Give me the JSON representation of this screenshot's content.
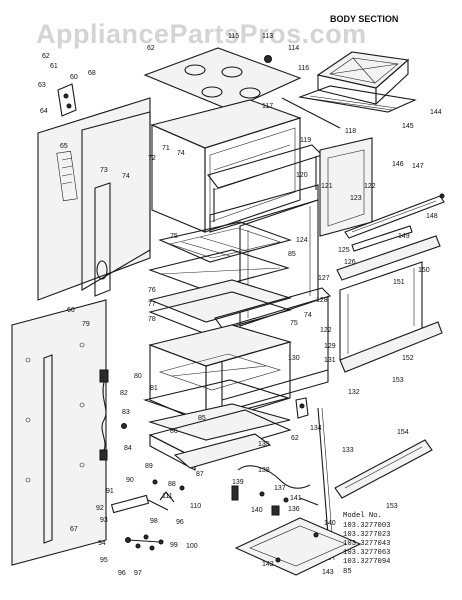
{
  "watermark": "AppliancePartsPros.com",
  "title": "BODY SECTION",
  "models": {
    "heading": "Model No.",
    "list": [
      "103.3277003",
      "103.3277023",
      "103.3277043",
      "103.3277063",
      "103.3277094"
    ],
    "suffix": "85"
  },
  "callouts": [
    {
      "label": "62"
    },
    {
      "label": "61"
    },
    {
      "label": "63"
    },
    {
      "label": "60"
    },
    {
      "label": "68"
    },
    {
      "label": "64"
    },
    {
      "label": "62"
    },
    {
      "label": "115"
    },
    {
      "label": "113"
    },
    {
      "label": "114"
    },
    {
      "label": "116"
    },
    {
      "label": "145"
    },
    {
      "label": "144"
    },
    {
      "label": "118"
    },
    {
      "label": "117"
    },
    {
      "label": "65"
    },
    {
      "label": "72"
    },
    {
      "label": "71"
    },
    {
      "label": "74"
    },
    {
      "label": "73"
    },
    {
      "label": "74"
    },
    {
      "label": "119"
    },
    {
      "label": "120"
    },
    {
      "label": "121"
    },
    {
      "label": "146"
    },
    {
      "label": "147"
    },
    {
      "label": "122"
    },
    {
      "label": "123"
    },
    {
      "label": "148"
    },
    {
      "label": "75"
    },
    {
      "label": "124"
    },
    {
      "label": "125"
    },
    {
      "label": "126"
    },
    {
      "label": "149"
    },
    {
      "label": "150"
    },
    {
      "label": "85"
    },
    {
      "label": "76"
    },
    {
      "label": "127"
    },
    {
      "label": "151"
    },
    {
      "label": "77"
    },
    {
      "label": "128"
    },
    {
      "label": "66"
    },
    {
      "label": "78"
    },
    {
      "label": "75"
    },
    {
      "label": "74"
    },
    {
      "label": "79"
    },
    {
      "label": "122"
    },
    {
      "label": "129"
    },
    {
      "label": "152"
    },
    {
      "label": "80"
    },
    {
      "label": "130"
    },
    {
      "label": "131"
    },
    {
      "label": "153"
    },
    {
      "label": "82"
    },
    {
      "label": "81"
    },
    {
      "label": "132"
    },
    {
      "label": "83"
    },
    {
      "label": "85"
    },
    {
      "label": "62"
    },
    {
      "label": "134"
    },
    {
      "label": "84"
    },
    {
      "label": "135"
    },
    {
      "label": "86"
    },
    {
      "label": "154"
    },
    {
      "label": "133"
    },
    {
      "label": "89"
    },
    {
      "label": "87"
    },
    {
      "label": "138"
    },
    {
      "label": "90"
    },
    {
      "label": "88"
    },
    {
      "label": "139"
    },
    {
      "label": "137"
    },
    {
      "label": "91"
    },
    {
      "label": "111"
    },
    {
      "label": "141"
    },
    {
      "label": "153"
    },
    {
      "label": "92"
    },
    {
      "label": "110"
    },
    {
      "label": "136"
    },
    {
      "label": "140"
    },
    {
      "label": "93"
    },
    {
      "label": "98"
    },
    {
      "label": "96"
    },
    {
      "label": "94"
    },
    {
      "label": "99"
    },
    {
      "label": "100"
    },
    {
      "label": "140"
    },
    {
      "label": "95"
    },
    {
      "label": "96"
    },
    {
      "label": "97"
    },
    {
      "label": "142"
    },
    {
      "label": "143"
    },
    {
      "label": "67"
    }
  ]
}
